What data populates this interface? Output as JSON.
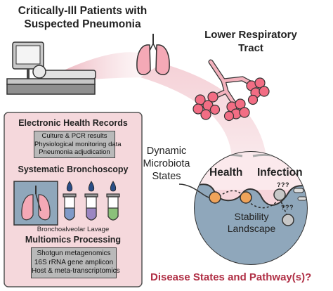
{
  "title": [
    "Critically-Ill Patients with",
    "Suspected Pneumonia"
  ],
  "lower_tract": [
    "Lower Respiratory",
    "Tract"
  ],
  "ehr": {
    "heading": "Electronic Health Records",
    "items": [
      "Culture & PCR results",
      "Physiological monitoring data",
      "Pneumonia adjudication"
    ]
  },
  "bronch": {
    "heading": "Systematic Bronchoscopy",
    "caption": "Bronchoalveolar Lavage"
  },
  "multiomics": {
    "heading": "Multiomics Processing",
    "items": [
      "Shotgun metagenomics",
      "16S rRNA gene amplicon",
      "Host & meta-transcriptomics"
    ]
  },
  "landscape": {
    "dynamic": [
      "Dynamic",
      "Microbiota",
      "States"
    ],
    "health": "Health",
    "infection": "Infection",
    "stability": [
      "Stability",
      "Landscape"
    ],
    "question_marks": "? ? ?"
  },
  "disease": "Disease States and Pathway(s)?",
  "colors": {
    "panel": "#f5d8dc",
    "accent": "#b02f45",
    "lung": "#f4a9b6",
    "landscape": "#8fa7bb",
    "health_ball": "#f0a35a",
    "tube_blue": "#7f9ac8",
    "tube_purple": "#9b86c2",
    "tube_green": "#8bc07a",
    "drop": "#2a4d86"
  },
  "icons": [
    "monitor-icon",
    "patient-bed-icon",
    "lungs-icon",
    "alveoli-icon",
    "droplet-icon",
    "test-tube-icon",
    "bacteria-icon"
  ]
}
